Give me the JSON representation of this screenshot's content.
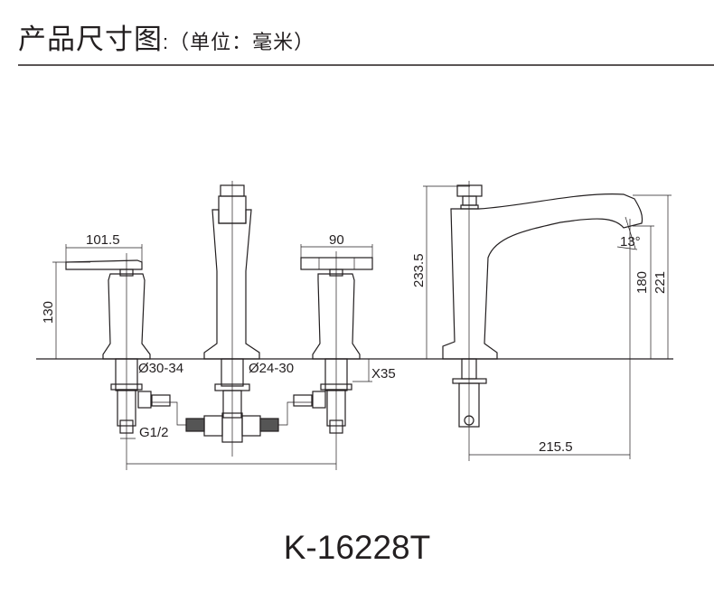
{
  "header": {
    "title": "产品尺寸图",
    "subtitle": ":（单位：毫米）"
  },
  "front_view": {
    "dim_lever_width": "101.5",
    "dim_cross_width": "90",
    "dim_handle_height": "130",
    "dim_hole_left": "Ø30-34",
    "dim_hole_center": "Ø24-30",
    "dim_max_deck": "X35",
    "dim_thread": "G1/2"
  },
  "side_view": {
    "dim_total_height": "233.5",
    "dim_spout_angle": "13°",
    "dim_outlet_height": "180",
    "dim_spout_height": "221",
    "dim_reach": "215.5"
  },
  "model": "K-16228T"
}
